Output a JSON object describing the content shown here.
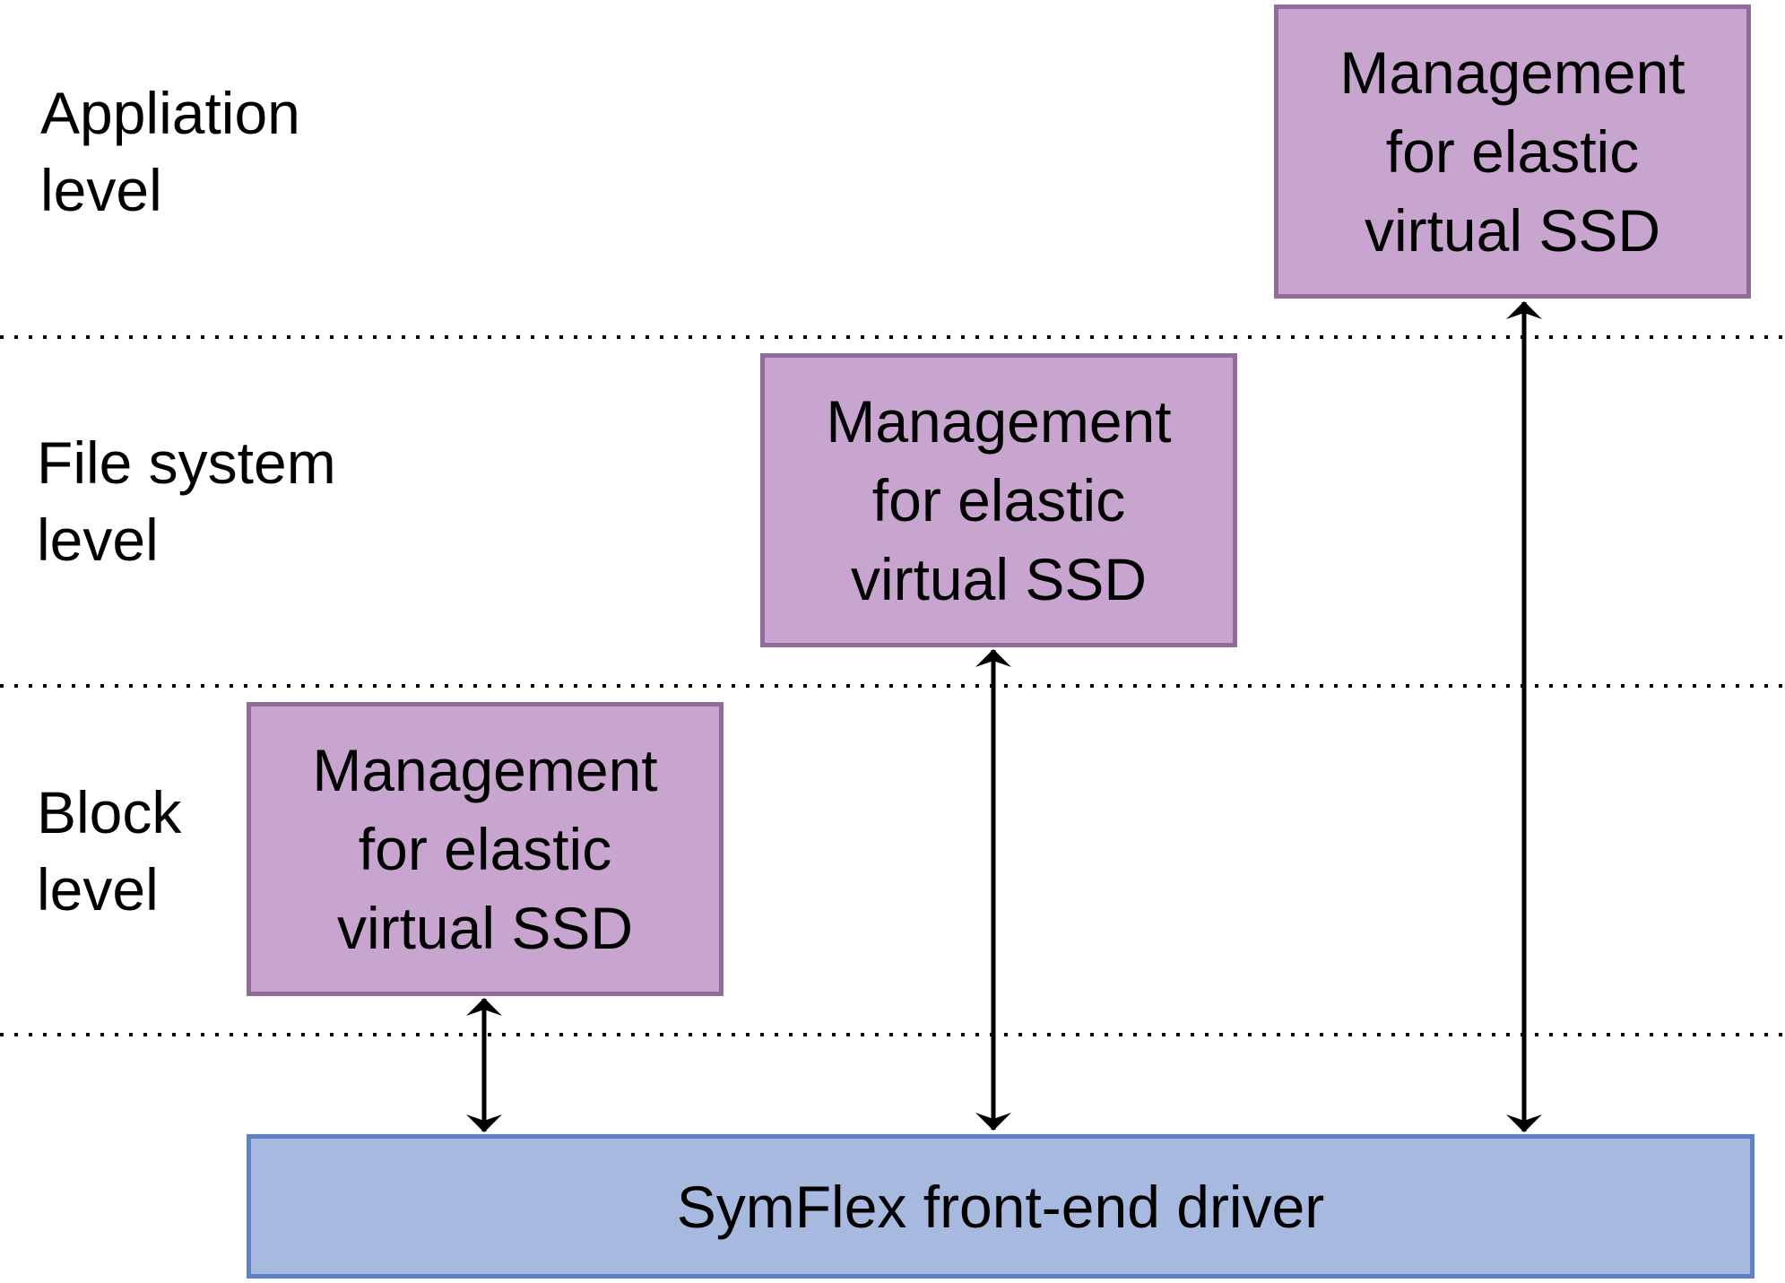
{
  "levels": [
    {
      "id": "application",
      "lines": [
        "Appliation",
        "level"
      ]
    },
    {
      "id": "file-system",
      "lines": [
        "File system",
        "level"
      ]
    },
    {
      "id": "block",
      "lines": [
        "Block",
        "level"
      ]
    }
  ],
  "management_boxes": [
    {
      "level": "application",
      "lines": [
        "Management",
        "for elastic",
        "virtual SSD"
      ]
    },
    {
      "level": "file-system",
      "lines": [
        "Management",
        "for elastic",
        "virtual SSD"
      ]
    },
    {
      "level": "block",
      "lines": [
        "Management",
        "for elastic",
        "virtual SSD"
      ]
    }
  ],
  "driver": {
    "label": "SymFlex front-end driver"
  },
  "colors": {
    "management_fill": "#c8a5cf",
    "management_border": "#926b9d",
    "driver_fill": "#a8b9e0",
    "driver_border": "#5d80c6",
    "separator": "#000000",
    "arrow": "#000000"
  }
}
